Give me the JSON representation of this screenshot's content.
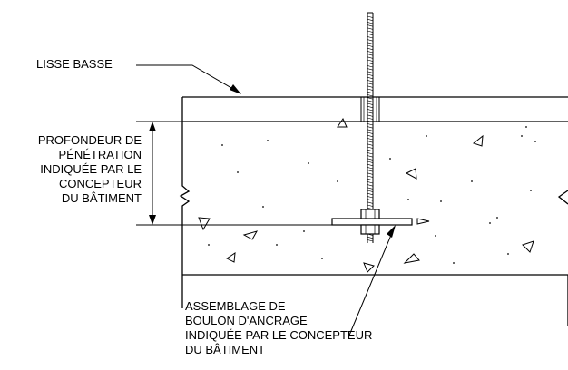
{
  "labels": {
    "sill_plate": "LISSE BASSE",
    "penetration_depth": [
      "PROFONDEUR DE",
      "PÉNÉTRATION",
      "INDIQUÉE PAR LE",
      "CONCEPTEUR",
      "DU BÂTIMENT"
    ],
    "anchor_assembly": [
      "ASSEMBLAGE DE",
      "BOULON D'ANCRAGE",
      "INDIQUÉE PAR LE CONCEPTEUR",
      "DU BÂTIMENT"
    ]
  }
}
